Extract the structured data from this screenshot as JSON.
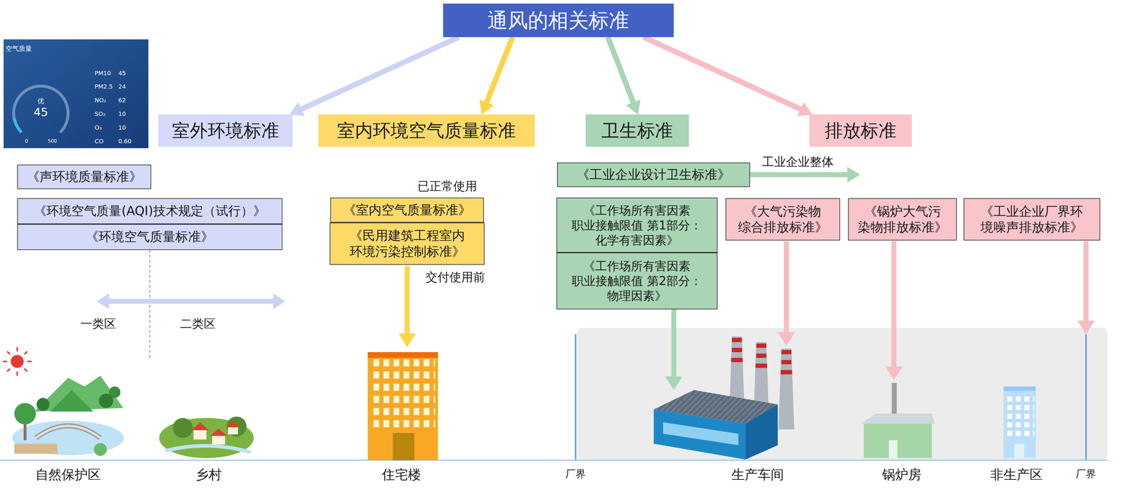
{
  "diagram": {
    "nodes": [
      {
        "text": [
          "通风的相关标准"
        ]
      },
      {
        "text": [
          "室外环境标准"
        ]
      },
      {
        "text": [
          "室内环境空气质量标准"
        ]
      },
      {
        "text": [
          "卫生标准"
        ]
      },
      {
        "text": [
          "排放标准"
        ]
      },
      {
        "text": [
          "《声环境质量标准》"
        ]
      },
      {
        "text": [
          "《环境空气质量(AQI)技术规定（试行）》"
        ]
      },
      {
        "text": [
          "《环境空气质量标准》"
        ]
      },
      {
        "text": [
          "《室内空气质量标准》"
        ]
      },
      {
        "text": [
          "《民用建筑工程室内 环境污染控制标准》"
        ]
      },
      {
        "text": [
          "《工业企业设计卫生标准》"
        ]
      },
      {
        "text": [
          "《工作场所有害因素 职业接触限值 第1部分：化学有害因素》"
        ]
      },
      {
        "text": [
          "《工作场所有害因素 职业接触限值 第2部分：物理因素》"
        ]
      },
      {
        "text": [
          "《大气污染物 综合排放标准》"
        ]
      },
      {
        "text": [
          "《锅炉大气污 染物排放标准》"
        ]
      },
      {
        "text": [
          "《工业企业厂界环 境噪声排放标准》"
        ]
      }
    ],
    "edges": [
      {
        "from": 0,
        "to": 1,
        "arrow": "to"
      },
      {
        "from": 0,
        "to": 2,
        "arrow": "to"
      },
      {
        "from": 0,
        "to": 3,
        "arrow": "to"
      },
      {
        "from": 0,
        "to": 4,
        "arrow": "to"
      }
    ],
    "labels": [
      "空气质量",
      "优",
      "45",
      "PM10",
      "45",
      "PM2.5",
      "24",
      "NO₂",
      "62",
      "SO₂",
      "10",
      "O₃",
      "10",
      "CO",
      "0.60",
      "0",
      "500",
      "已正常使用",
      "交付使用前",
      "工业企业整体",
      "一类区",
      "二类区",
      "自然保护区",
      "乡村",
      "住宅楼",
      "厂界",
      "生产车间",
      "锅炉房",
      "非生产区",
      "厂界"
    ]
  }
}
